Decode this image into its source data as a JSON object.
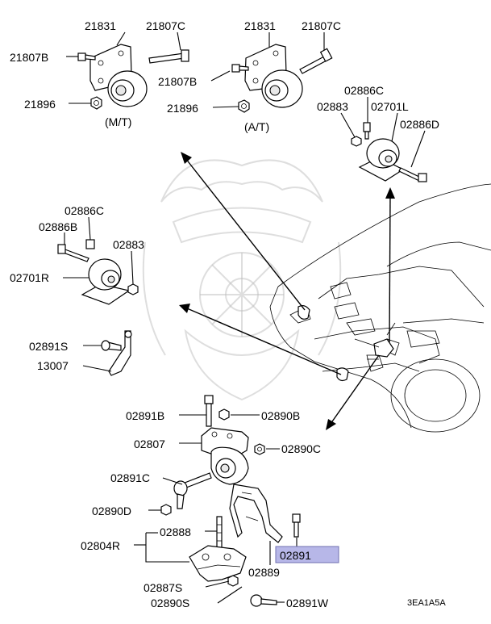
{
  "labels": {
    "l21831a": "21831",
    "l21807ca": "21807C",
    "l21807ba": "21807B",
    "l21896a": "21896",
    "mt": "(M/T)",
    "l21831b": "21831",
    "l21807cb": "21807C",
    "l21807bb": "21807B",
    "l21896b": "21896",
    "at": "(A/T)",
    "l02886ca": "02886C",
    "l02883a": "02883",
    "l02701l": "02701L",
    "l02886d": "02886D",
    "l02886cb": "02886C",
    "l02886b": "02886B",
    "l02883b": "02883",
    "l02701r": "02701R",
    "l02891s": "02891S",
    "l13007": "13007",
    "l02891b": "02891B",
    "l02890b": "02890B",
    "l02807": "02807",
    "l02890c": "02890C",
    "l02891c": "02891C",
    "l02890d": "02890D",
    "l02888": "02888",
    "l02804r": "02804R",
    "l02891": "02891",
    "l02889": "02889",
    "l02887s": "02887S",
    "l02890s": "02890S",
    "l02891w": "02891W",
    "code": "3EA1A5A"
  },
  "colors": {
    "highlight": "#b7b7e8",
    "line": "#000000",
    "watermark": "#bdbdbd"
  }
}
